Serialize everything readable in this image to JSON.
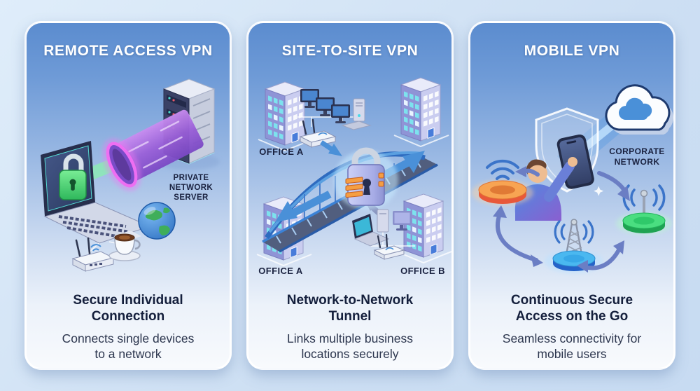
{
  "colors": {
    "background": "#d3e3f5",
    "card_top": "#5b8ccf",
    "card_bottom": "#f8fafd",
    "header_text": "#ffffff",
    "title_text": "#141f3c",
    "desc_text": "#2c364e",
    "diagram_label_text": "#1a2240",
    "tunnel_purple": "#9a5fd8",
    "tunnel_ring_glow": "#ee6ef2",
    "lock_green": "#4ade80",
    "bridge_blue": "#3b82d6",
    "padlock_lavender": "#b6bbee",
    "padlock_stripe_orange": "#f59e42",
    "arrow_blue": "#4a90d8",
    "arrow_slate": "#6b7ec4",
    "hotspot_orange": "#f8a452",
    "pad_green": "#4ade80",
    "pad_blue": "#4ab8f0",
    "cloud_outline": "#1e3a6e",
    "cloud_glyph": "#4a90d8"
  },
  "cards": [
    {
      "header": "REMOTE ACCESS VPN",
      "title_lines": [
        "Secure Individual",
        "Connection"
      ],
      "desc_lines": [
        "Connects single devices",
        "to a network"
      ],
      "diagram_labels": {
        "server": [
          "PRIVATE",
          "NETWORK",
          "SERVER"
        ]
      }
    },
    {
      "header": "SITE-TO-SITE VPN",
      "title_lines": [
        "Network-to-Network",
        "Tunnel"
      ],
      "desc_lines": [
        "Links multiple business",
        "locations securely"
      ],
      "diagram_labels": {
        "office_a_top": "OFFICE A",
        "office_a_bottom": "OFFICE A",
        "office_b": "OFFICE B"
      }
    },
    {
      "header": "MOBILE VPN",
      "title_lines": [
        "Continuous Secure",
        "Access on the Go"
      ],
      "desc_lines": [
        "Seamless connectivity for",
        "mobile users"
      ],
      "diagram_labels": {
        "cloud": [
          "CORPORATE",
          "NETWORK"
        ]
      }
    }
  ]
}
